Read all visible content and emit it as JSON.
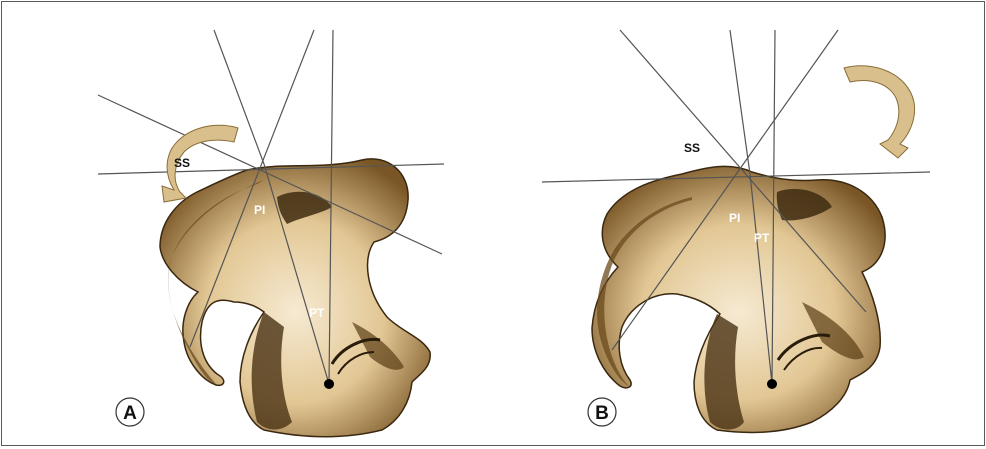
{
  "panels": [
    {
      "letter": "A",
      "labels": {
        "ss": "SS",
        "pi": "PI",
        "pt": "PT"
      },
      "arrow_direction": "counterclockwise"
    },
    {
      "letter": "B",
      "labels": {
        "ss": "SS",
        "pi": "PI",
        "pt": "PT"
      },
      "arrow_direction": "clockwise"
    }
  ],
  "colors": {
    "bone_light": "#f6ead2",
    "bone_mid": "#d9b77d",
    "bone_dark": "#4a3214",
    "arrow": "#d8bf8c",
    "line": "#555555"
  }
}
